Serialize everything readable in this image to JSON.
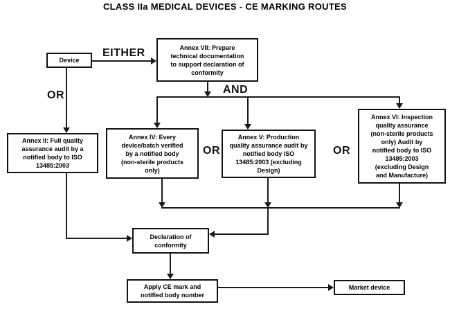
{
  "title": "CLASS IIa MEDICAL DEVICES - CE MARKING ROUTES",
  "nodes": {
    "device": {
      "label": "Device"
    },
    "annex_vii": {
      "label": "Annex VII: Prepare\ntechnical documentation\nto support declaration of\nconformity"
    },
    "annex_ii": {
      "label": "Annex II: Full quality\nassurance audit by a\nnotified body to ISO\n13485:2003"
    },
    "annex_iv": {
      "label": "Annex IV: Every\ndevice/batch verified\nby a notified body\n(non-sterile products\nonly)"
    },
    "annex_v": {
      "label": "Annex V: Production\nquality assurance audit by\nnotified body ISO\n13485:2003 (excluding\nDesign)"
    },
    "annex_vi": {
      "label": "Annex VI: Inspection\nquality assurance\n(non-sterile products\nonly) Audit by\nnotified body to ISO\n13485:2003\n(excluding Design\nand Manufacture)"
    },
    "declaration": {
      "label": "Declaration of\nconformity"
    },
    "apply_ce": {
      "label": "Apply CE mark and\nnotified body number"
    },
    "market": {
      "label": "Market device"
    }
  },
  "connector_labels": {
    "either": "EITHER",
    "or_device": "OR",
    "and": "AND",
    "or_mid": "OR",
    "or_right": "OR"
  },
  "edges": [
    {
      "from": "device",
      "to": "annex_vii"
    },
    {
      "from": "device",
      "to": "annex_ii"
    },
    {
      "from": "annex_vii",
      "to": "annex_iv"
    },
    {
      "from": "annex_vii",
      "to": "annex_v"
    },
    {
      "from": "annex_vii",
      "to": "annex_vi"
    },
    {
      "from": "annex_ii",
      "to": "declaration"
    },
    {
      "from": "annex_iv",
      "to": "declaration"
    },
    {
      "from": "annex_v",
      "to": "declaration"
    },
    {
      "from": "annex_vi",
      "to": "declaration"
    },
    {
      "from": "declaration",
      "to": "apply_ce"
    },
    {
      "from": "apply_ce",
      "to": "market"
    }
  ],
  "colors": {
    "line": "#1a1a1a",
    "box_border": "#111111",
    "text": "#000000",
    "background": "#ffffff"
  }
}
